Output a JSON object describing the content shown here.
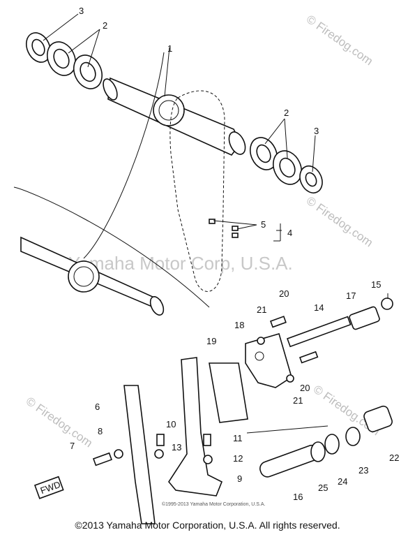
{
  "watermarks": {
    "firedog_label": "© Firedog.com",
    "center_watermark": "Yamaha Motor Corp, U.S.A.",
    "inner_copyright": "©1995-2013 Yamaha Motor Corporation, U.S.A."
  },
  "copyright": "©2013 Yamaha Motor Corporation, U.S.A. All rights reserved.",
  "fwd_label": "FWD",
  "part_labels": [
    "1",
    "2",
    "3",
    "4",
    "5",
    "6",
    "7",
    "8",
    "9",
    "10",
    "11",
    "12",
    "13",
    "14",
    "15",
    "16",
    "17",
    "18",
    "19",
    "20",
    "21",
    "22",
    "23",
    "24",
    "25"
  ],
  "callouts": {
    "n3a": "3",
    "n2a": "2",
    "n1": "1",
    "n2b": "2",
    "n3b": "3",
    "n5": "5",
    "n4": "4",
    "n20a": "20",
    "n21a": "21",
    "n14": "14",
    "n17": "17",
    "n15": "15",
    "n18": "18",
    "n19": "19",
    "n20b": "20",
    "n21b": "21",
    "n6": "6",
    "n8": "8",
    "n7": "7",
    "n10": "10",
    "n11": "11",
    "n13": "13",
    "n12": "12",
    "n9": "9",
    "n16": "16",
    "n25": "25",
    "n24": "24",
    "n23": "23",
    "n22": "22"
  }
}
